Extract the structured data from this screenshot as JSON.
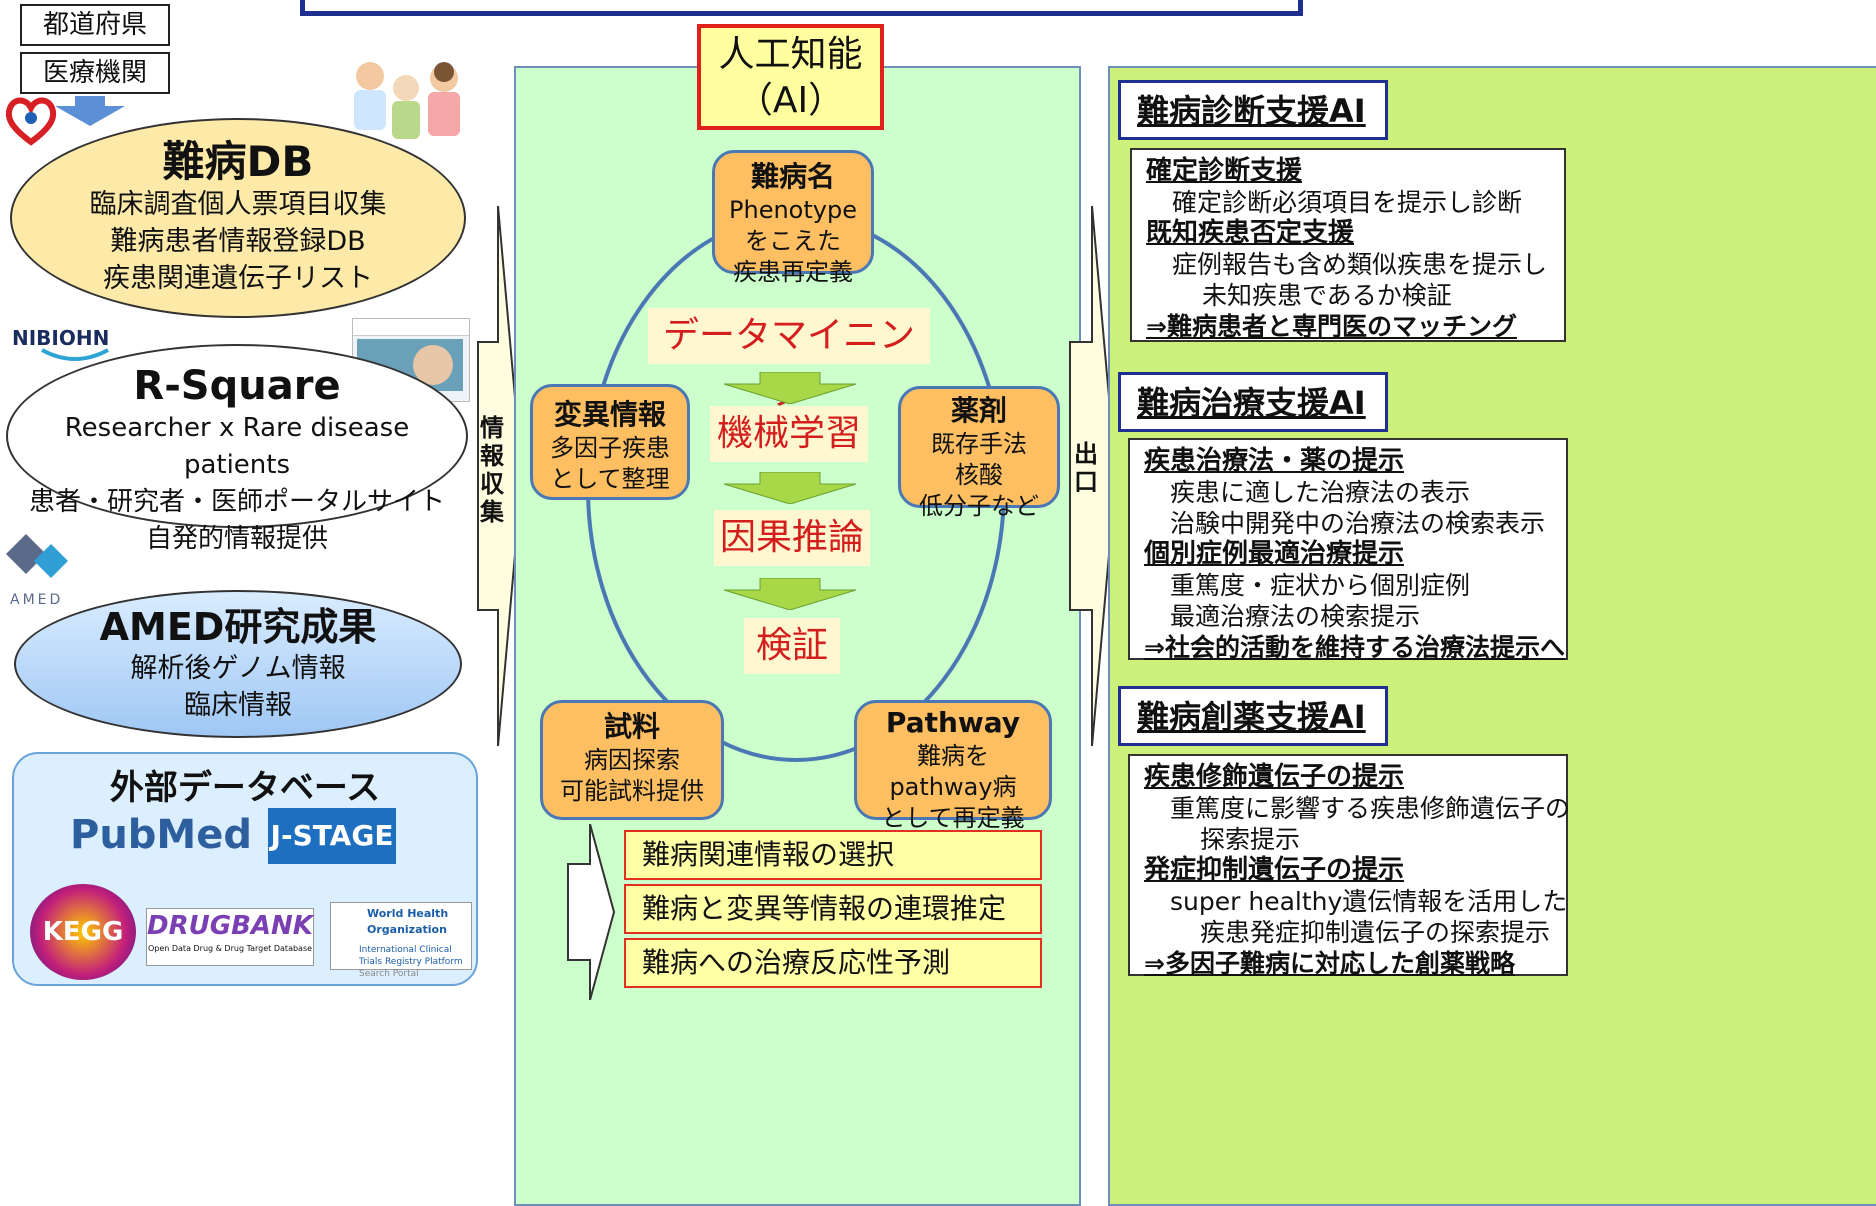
{
  "sources": {
    "prefecture": "都道府県",
    "institution": "医療機関",
    "nibiohn_logo": "NIBIOHN",
    "amed_logo": "AMED",
    "nanbyo_db": {
      "title": "難病DB",
      "lines": [
        "臨床調査個人票項目収集",
        "難病患者情報登録DB",
        "疾患関連遺伝子リスト"
      ]
    },
    "r_square": {
      "title": "R-Square",
      "lines": [
        "Researcher x Rare disease patients",
        "患者・研究者・医師ポータルサイト",
        "自発的情報提供"
      ]
    },
    "amed_results": {
      "title": "AMED研究成果",
      "lines": [
        "解析後ゲノム情報",
        "臨床情報"
      ]
    },
    "external_db": {
      "title": "外部データベース",
      "logos": [
        "PubMed",
        "J-STAGE",
        "KEGG",
        "DRUGBANK",
        "World Health Organization"
      ],
      "drugbank_sub": "Open Data Drug & Drug Target Database",
      "who_sub": "International Clinical Trials Registry Platform",
      "who_sub2": "Search Portal"
    }
  },
  "arrows": {
    "info_collect": "情報収集",
    "output": "出口"
  },
  "ai": {
    "title_line1": "人工知能",
    "title_line2": "（AI）",
    "nodes": {
      "top": {
        "head": "難病名",
        "lines": [
          "Phenotype",
          "をこえた",
          "疾患再定義"
        ]
      },
      "left": {
        "head": "変異情報",
        "lines": [
          "多因子疾患",
          "として整理"
        ]
      },
      "right": {
        "head": "薬剤",
        "lines": [
          "既存手法",
          "核酸",
          "低分子など"
        ]
      },
      "bottom_left": {
        "head": "試料",
        "lines": [
          "病因探索",
          "可能試料提供"
        ]
      },
      "bottom_right": {
        "head": "Pathway",
        "lines": [
          "難病を",
          "pathway病",
          "として再定義"
        ]
      }
    },
    "stages": [
      "データマイニング",
      "機械学習",
      "因果推論",
      "検証"
    ],
    "outputs": [
      "難病関連情報の選択",
      "難病と変異等情報の連環推定",
      "難病への治療反応性予測"
    ]
  },
  "panels": [
    {
      "header": "難病診断支援AI",
      "rows": [
        {
          "t": "h",
          "text": "確定診断支援"
        },
        {
          "t": "i1",
          "text": "確定診断必須項目を提示し診断"
        },
        {
          "t": "h",
          "text": "既知疾患否定支援"
        },
        {
          "t": "i1",
          "text": "症例報告も含め類似疾患を提示し"
        },
        {
          "t": "i2",
          "text": "未知疾患であるか検証"
        },
        {
          "t": "c",
          "text": "⇒難病患者と専門医のマッチング"
        }
      ]
    },
    {
      "header": "難病治療支援AI",
      "rows": [
        {
          "t": "h",
          "text": "疾患治療法・薬の提示"
        },
        {
          "t": "i1",
          "text": "疾患に適した治療法の表示"
        },
        {
          "t": "i1",
          "text": "治験中開発中の治療法の検索表示"
        },
        {
          "t": "h",
          "text": "個別症例最適治療提示"
        },
        {
          "t": "i1",
          "text": "重篤度・症状から個別症例"
        },
        {
          "t": "i1",
          "text": "最適治療法の検索提示"
        },
        {
          "t": "c",
          "text": "⇒社会的活動を維持する治療法提示へ"
        }
      ]
    },
    {
      "header": "難病創薬支援AI",
      "rows": [
        {
          "t": "h",
          "text": "疾患修飾遺伝子の提示"
        },
        {
          "t": "i1",
          "text": "重篤度に影響する疾患修飾遺伝子の"
        },
        {
          "t": "i2",
          "text": "探索提示"
        },
        {
          "t": "h",
          "text": "発症抑制遺伝子の提示"
        },
        {
          "t": "i1",
          "text": "super healthy遺伝情報を活用した"
        },
        {
          "t": "i2",
          "text": "疾患発症抑制遺伝子の探索提示"
        },
        {
          "t": "c",
          "text": "⇒多因子難病に対応した創薬戦略"
        }
      ]
    }
  ],
  "colors": {
    "center_bg": "#ccffcc",
    "right_bg": "#ccf07a",
    "node_fill": "#fdbf62",
    "stage_text": "#d41e1e",
    "frame_blue": "#1f2f8f"
  }
}
